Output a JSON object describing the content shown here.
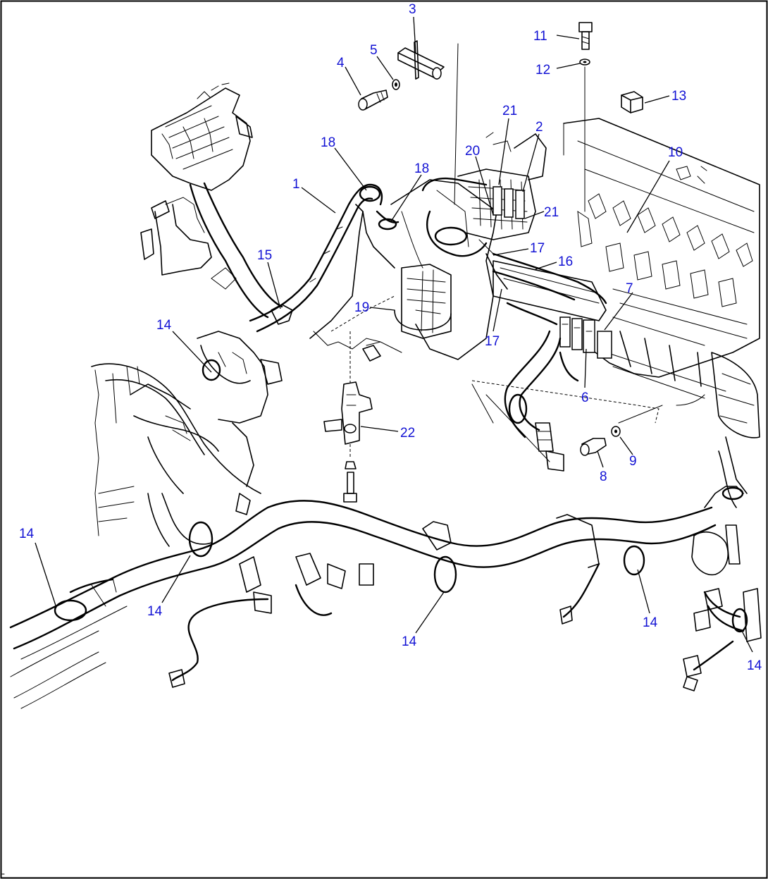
{
  "diagram": {
    "callouts": [
      {
        "id": "c1",
        "label": "1"
      },
      {
        "id": "c2",
        "label": "2"
      },
      {
        "id": "c3",
        "label": "3"
      },
      {
        "id": "c4",
        "label": "4"
      },
      {
        "id": "c5",
        "label": "5"
      },
      {
        "id": "c6",
        "label": "6"
      },
      {
        "id": "c7",
        "label": "7"
      },
      {
        "id": "c8",
        "label": "8"
      },
      {
        "id": "c9",
        "label": "9"
      },
      {
        "id": "c10",
        "label": "10"
      },
      {
        "id": "c11",
        "label": "11"
      },
      {
        "id": "c12",
        "label": "12"
      },
      {
        "id": "c13",
        "label": "13"
      },
      {
        "id": "c14a",
        "label": "14"
      },
      {
        "id": "c14b",
        "label": "14"
      },
      {
        "id": "c14c",
        "label": "14"
      },
      {
        "id": "c14d",
        "label": "14"
      },
      {
        "id": "c14e",
        "label": "14"
      },
      {
        "id": "c14f",
        "label": "14"
      },
      {
        "id": "c15",
        "label": "15"
      },
      {
        "id": "c16",
        "label": "16"
      },
      {
        "id": "c17a",
        "label": "17"
      },
      {
        "id": "c17b",
        "label": "17"
      },
      {
        "id": "c18a",
        "label": "18"
      },
      {
        "id": "c18b",
        "label": "18"
      },
      {
        "id": "c19",
        "label": "19"
      },
      {
        "id": "c20",
        "label": "20"
      },
      {
        "id": "c21a",
        "label": "21"
      },
      {
        "id": "c21b",
        "label": "21"
      },
      {
        "id": "c22",
        "label": "22"
      }
    ],
    "colors": {
      "callout": "#1212d4",
      "line": "#000000",
      "background": "#ffffff"
    }
  }
}
